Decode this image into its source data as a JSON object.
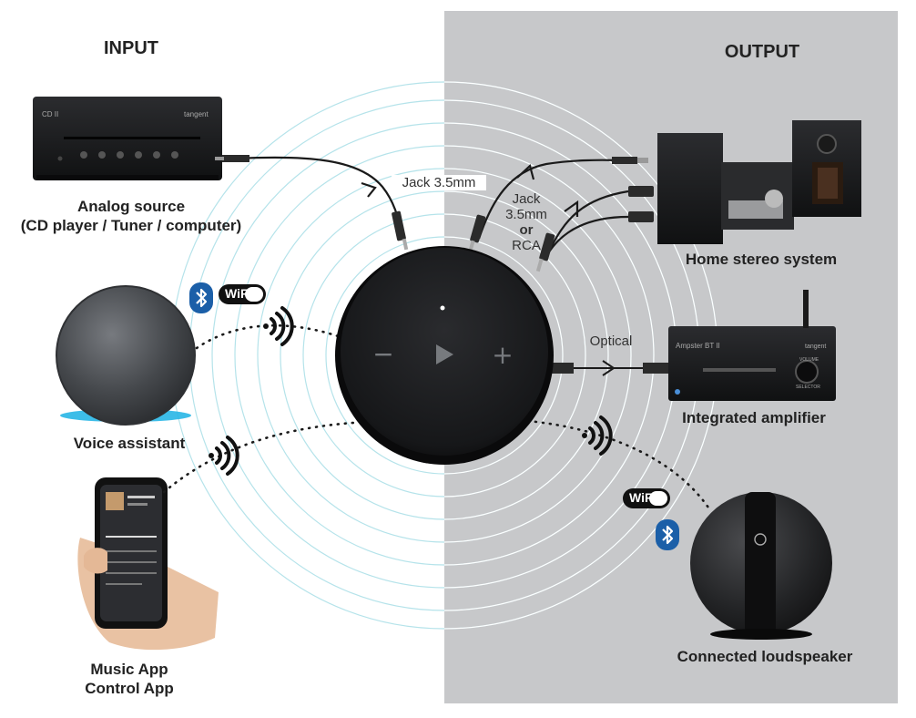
{
  "headings": {
    "input": "INPUT",
    "output": "OUTPUT"
  },
  "inputs": {
    "analog_source": {
      "line1": "Analog source",
      "line2": "(CD player / Tuner / computer)",
      "device_label": "CD II",
      "brand": "tangent"
    },
    "voice_assistant": {
      "label": "Voice assistant"
    },
    "music_app": {
      "line1": "Music App",
      "line2": "Control App"
    }
  },
  "outputs": {
    "home_stereo": {
      "label": "Home stereo system"
    },
    "integrated_amplifier": {
      "label": "Integrated amplifier",
      "device_label": "Ampster BT II",
      "brand": "tangent",
      "volume_label": "VOLUME",
      "selector_label": "SELECTOR"
    },
    "connected_loudspeaker": {
      "label": "Connected loudspeaker"
    }
  },
  "connections": {
    "jack_input": "Jack 3.5mm",
    "jack_output_line1": "Jack",
    "jack_output_line2": "3.5mm",
    "jack_output_line3": "or",
    "jack_output_line4": "RCA",
    "optical": "Optical"
  },
  "badges": {
    "wifi": "WiFi"
  },
  "hub": {
    "minus": "−",
    "plus": "+"
  },
  "colors": {
    "output_panel": "#c7c8ca",
    "hub": "#1b1c1e",
    "rings": "#b5e3ea",
    "bluetooth": "#1b5fa8",
    "echo_ring": "#28b6e6"
  },
  "icons": [
    "bluetooth-icon",
    "wifi-icon",
    "wireless-signal-icon",
    "play-icon"
  ]
}
